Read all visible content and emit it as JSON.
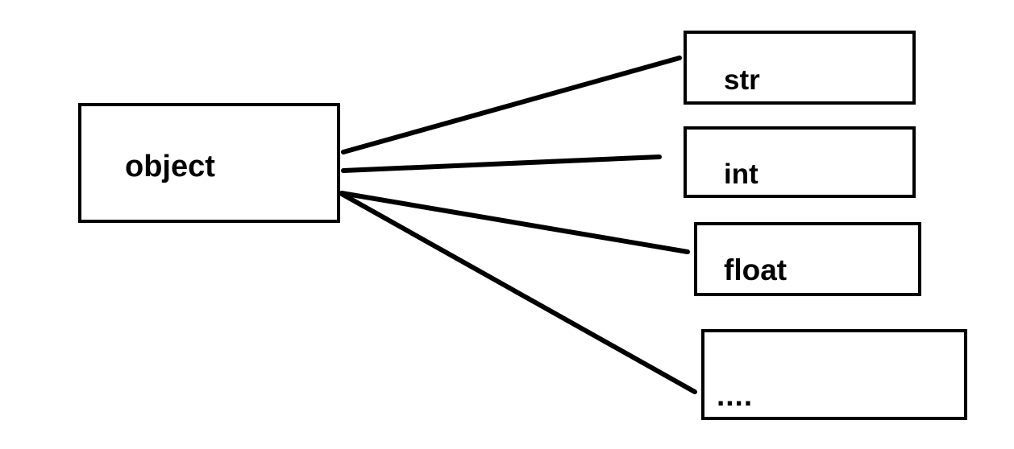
{
  "diagram": {
    "title": "python-object-type-hierarchy",
    "background_color": "#ffffff",
    "stroke_color": "#000000",
    "nodes": [
      {
        "id": "object",
        "label": "object"
      },
      {
        "id": "str",
        "label": "str"
      },
      {
        "id": "int",
        "label": "int"
      },
      {
        "id": "float",
        "label": "float"
      },
      {
        "id": "ellipsis",
        "label": "...."
      }
    ],
    "edges": [
      {
        "from": "object",
        "to": "str"
      },
      {
        "from": "object",
        "to": "int"
      },
      {
        "from": "object",
        "to": "float"
      },
      {
        "from": "object",
        "to": "ellipsis"
      }
    ]
  }
}
